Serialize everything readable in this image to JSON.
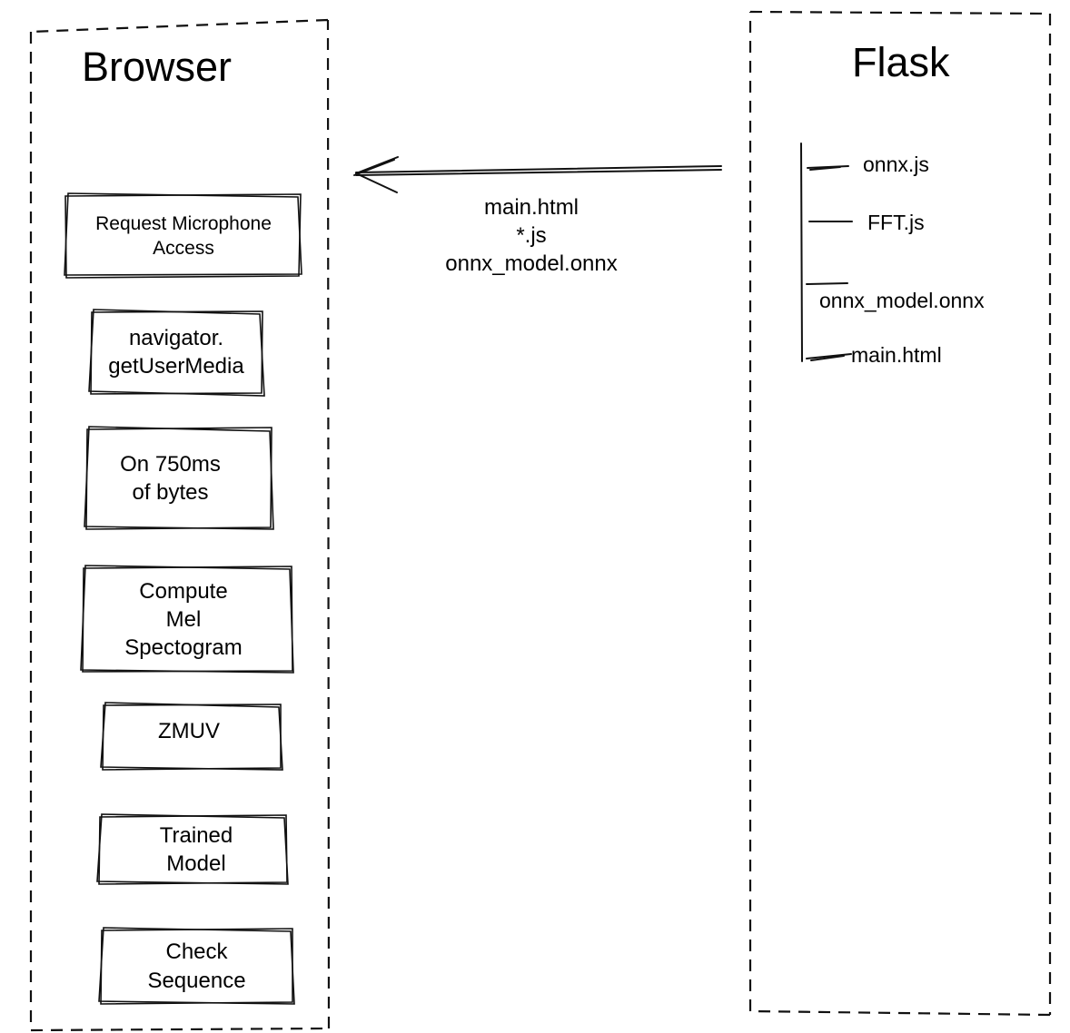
{
  "browser": {
    "title": "Browser",
    "steps": [
      "Request Microphone\nAccess",
      "navigator.\ngetUserMedia",
      "On 750ms\nof bytes",
      "Compute\nMel\nSpectogram",
      "ZMUV",
      "Trained\nModel",
      "Check\nSequence"
    ]
  },
  "flask": {
    "title": "Flask",
    "files": [
      "onnx.js",
      "FFT.js",
      "onnx_model.onnx",
      "main.html"
    ]
  },
  "transfer": {
    "lines": [
      "main.html",
      "*.js",
      "onnx_model.onnx"
    ]
  }
}
